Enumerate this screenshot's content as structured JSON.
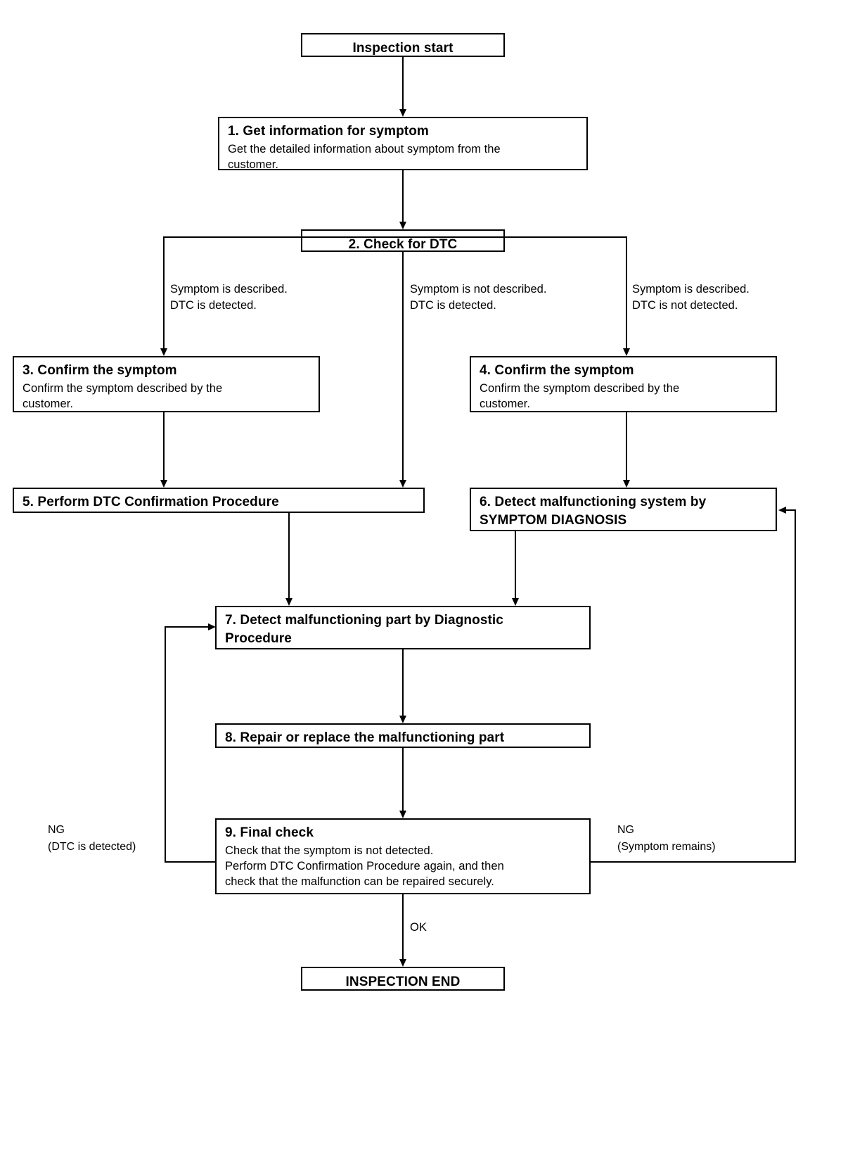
{
  "diagram": {
    "title": "Inspection start flow",
    "colors": {
      "line": "#000000",
      "background": "#ffffff",
      "text": "#000000"
    },
    "nodes": {
      "start": {
        "label": "Inspection start"
      },
      "step1": {
        "title": "1. Get information for symptom",
        "body": "Get the detailed information about symptom from the\ncustomer."
      },
      "step2": {
        "title": "2. Check for DTC"
      },
      "step3": {
        "title": "3. Confirm the symptom",
        "body": "Confirm the symptom described by the\ncustomer."
      },
      "step4": {
        "title": "4. Confirm the symptom",
        "body": "Confirm the symptom described by the\ncustomer."
      },
      "step5": {
        "title": "5. Perform DTC Confirmation Procedure"
      },
      "step6": {
        "title": "6. Detect malfunctioning system by\n    SYMPTOM DIAGNOSIS"
      },
      "step7": {
        "title": "7. Detect malfunctioning part by Diagnostic\n    Procedure"
      },
      "step8": {
        "title": "8. Repair or replace the malfunctioning part"
      },
      "step9": {
        "title": "9. Final check",
        "body": "Check that the symptom is not detected.\nPerform DTC Confirmation Procedure again, and then\ncheck that the malfunction can be repaired securely."
      },
      "end": {
        "label": "INSPECTION END"
      }
    },
    "edge_labels": {
      "branch_left": "Symptom is described.\nDTC is detected.",
      "branch_middle": "Symptom is not described.\nDTC is detected.",
      "branch_right": "Symptom is described.\nDTC is not detected.",
      "ng_left": "NG\n(DTC is detected)",
      "ng_right": "NG\n(Symptom remains)",
      "ok": "OK"
    }
  }
}
